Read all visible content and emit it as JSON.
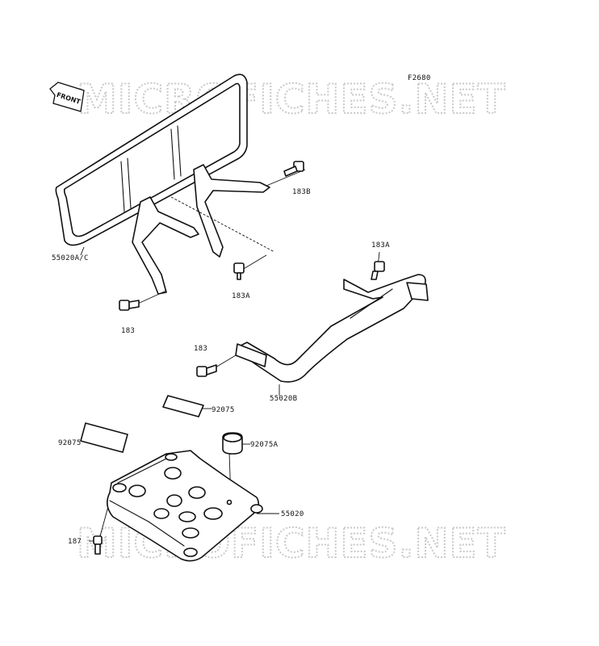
{
  "figure_code": "F2680",
  "watermark": {
    "text": "MICROFICHES.NET"
  },
  "front_badge": "FRONT",
  "labels": {
    "rack_front": "55020A/C",
    "bolt_183b": "183B",
    "bolt_183a_top": "183A",
    "bolt_183a_mid": "183A",
    "bolt_183_left": "183",
    "bolt_183_mid": "183",
    "rack_rear": "55020B",
    "pad_92075_right": "92075",
    "pad_92075_left": "92075",
    "damper_92075a": "92075A",
    "skid_plate": "55020",
    "bolt_187": "187"
  }
}
